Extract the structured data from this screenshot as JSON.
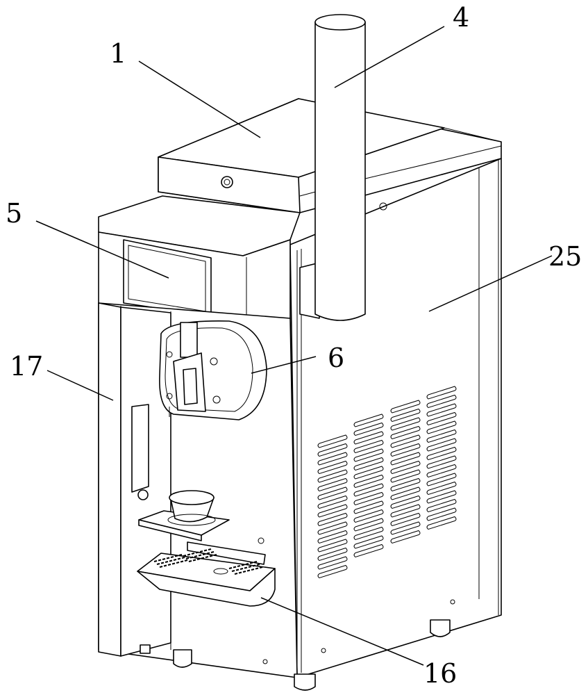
{
  "callouts": [
    {
      "id": "1",
      "label": "1"
    },
    {
      "id": "4",
      "label": "4"
    },
    {
      "id": "5",
      "label": "5"
    },
    {
      "id": "25",
      "label": "25"
    },
    {
      "id": "17",
      "label": "17"
    },
    {
      "id": "6",
      "label": "6"
    },
    {
      "id": "16",
      "label": "16"
    }
  ]
}
